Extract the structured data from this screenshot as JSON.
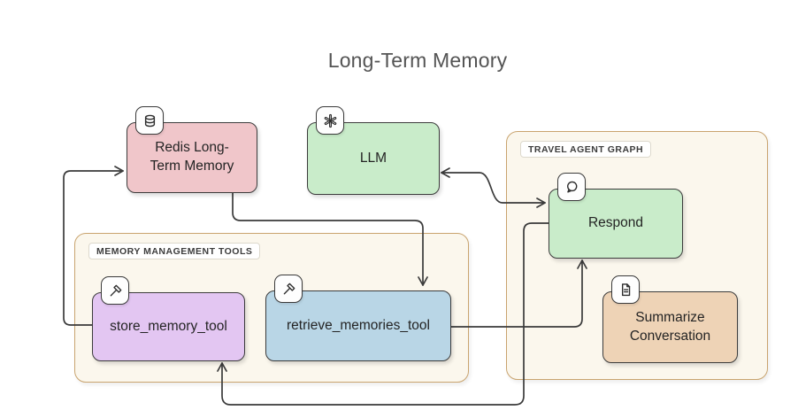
{
  "title": "Long-Term Memory",
  "groups": [
    {
      "id": "memory-management-tools",
      "label": "MEMORY MANAGEMENT TOOLS"
    },
    {
      "id": "travel-agent-graph",
      "label": "TRAVEL AGENT GRAPH"
    }
  ],
  "nodes": [
    {
      "id": "redis-long-term-memory",
      "label": "Redis Long-Term Memory",
      "icon": "database-icon",
      "fill": "#f0c6ca"
    },
    {
      "id": "llm",
      "label": "LLM",
      "icon": "openai-icon",
      "fill": "#c9ecca"
    },
    {
      "id": "respond",
      "label": "Respond",
      "icon": "speech-bubble-icon",
      "fill": "#c9ecca",
      "group": "travel-agent-graph"
    },
    {
      "id": "store-memory-tool",
      "label": "store_memory_tool",
      "icon": "hammer-icon",
      "fill": "#e3c6f2",
      "group": "memory-management-tools"
    },
    {
      "id": "retrieve-memories-tool",
      "label": "retrieve_memories_tool",
      "icon": "hammer-icon",
      "fill": "#b9d6e6",
      "group": "memory-management-tools"
    },
    {
      "id": "summarize-conversation",
      "label": "Summarize Conversation",
      "icon": "document-icon",
      "fill": "#eed3b6",
      "group": "travel-agent-graph"
    }
  ],
  "edges": [
    {
      "from": "store_memory_tool",
      "to": "Redis Long-Term Memory",
      "arrows": "end"
    },
    {
      "from": "Redis Long-Term Memory",
      "to": "retrieve_memories_tool",
      "arrows": "end"
    },
    {
      "from": "LLM",
      "to": "Respond",
      "arrows": "both"
    },
    {
      "from": "retrieve_memories_tool",
      "to": "Respond",
      "arrows": "end"
    },
    {
      "from": "Respond",
      "to": "store_memory_tool",
      "arrows": "end"
    }
  ],
  "colors": {
    "edge": "#3a3a3a",
    "node_border": "#3c3c3c",
    "group_fill": "#fbf7ed",
    "group_border": "#c9a46f",
    "label_chip_bg": "#ffffff",
    "title_text": "#545454",
    "canvas_bg": "#ffffff"
  }
}
